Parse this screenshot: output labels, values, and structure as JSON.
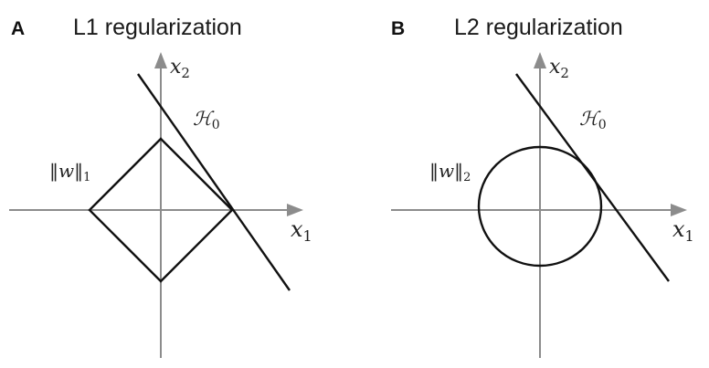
{
  "panels": [
    {
      "letter": "A",
      "title": "L1 regularization",
      "x_axis_label": {
        "var": "x",
        "sub": "1"
      },
      "y_axis_label": {
        "var": "x",
        "sub": "2"
      },
      "norm_label": {
        "open": "‖",
        "var": "w",
        "close": "‖",
        "sub": "1"
      },
      "hyperplane_label": {
        "var": "ℋ",
        "sub": "0"
      },
      "constraint_shape": "diamond"
    },
    {
      "letter": "B",
      "title": "L2 regularization",
      "x_axis_label": {
        "var": "x",
        "sub": "1"
      },
      "y_axis_label": {
        "var": "x",
        "sub": "2"
      },
      "norm_label": {
        "open": "‖",
        "var": "w",
        "close": "‖",
        "sub": "2"
      },
      "hyperplane_label": {
        "var": "ℋ",
        "sub": "0"
      },
      "constraint_shape": "circle"
    }
  ],
  "colors": {
    "axis": "#8c8c8c",
    "shape": "#111111",
    "text": "#1a1a1a"
  }
}
